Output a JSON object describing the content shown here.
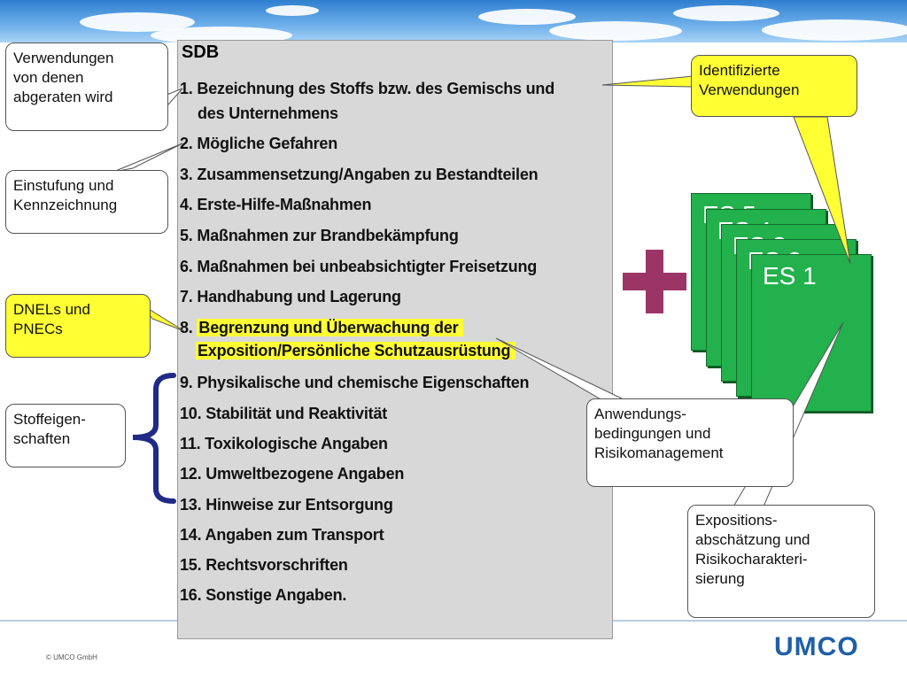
{
  "sdb": {
    "title": "SDB",
    "items": [
      {
        "line1": "1. Bezeichnung des Stoffs bzw. des Gemischs und",
        "line2": "des Unternehmens"
      },
      {
        "line1": "2. Mögliche Gefahren"
      },
      {
        "line1": "3. Zusammensetzung/Angaben zu Bestandteilen"
      },
      {
        "line1": "4. Erste-Hilfe-Maßnahmen"
      },
      {
        "line1": "5. Maßnahmen zur Brandbekämpfung"
      },
      {
        "line1": "6. Maßnahmen bei unbeabsichtigter Freisetzung"
      },
      {
        "line1": "7. Handhabung und Lagerung"
      },
      {
        "prefix": "8. ",
        "line1": "Begrenzung und Überwachung der",
        "line2": "Exposition/Persönliche Schutzausrüstung"
      },
      {
        "line1": "9. Physikalische und chemische Eigenschaften"
      },
      {
        "line1": "10. Stabilität und Reaktivität"
      },
      {
        "line1": "11. Toxikologische Angaben"
      },
      {
        "line1": "12. Umweltbezogene Angaben"
      },
      {
        "line1": "13. Hinweise zur Entsorgung"
      },
      {
        "line1": "14. Angaben zum Transport"
      },
      {
        "line1": "15. Rechtsvorschriften"
      },
      {
        "line1": "16. Sonstige Angaben."
      }
    ]
  },
  "callouts": {
    "verwendungen_abgeraten": [
      "Verwendungen",
      "von denen",
      "abgeraten wird"
    ],
    "einstufung": [
      "Einstufung und",
      "Kennzeichnung"
    ],
    "dnels": [
      "DNELs und",
      "PNECs"
    ],
    "stoffeigenschaften": [
      "Stoffeigen-",
      "schaften"
    ],
    "identifizierte": [
      "Identifizierte",
      "Verwendungen"
    ],
    "anwendungs": [
      "Anwendungs-",
      "bedingungen und",
      "Risikomanagement"
    ],
    "expositions": [
      "Expositions-",
      "abschätzung und",
      "Risikocharakteri-",
      "sierung"
    ]
  },
  "docs": {
    "front_label": "ES 1",
    "back_labels": [
      "ES 5",
      "ES 4",
      "ES 3",
      "ES 2"
    ]
  },
  "colors": {
    "highlight": "#ffff33",
    "doc_green": "#22b14c",
    "plus": "#9b3566",
    "bracket": "#1f2b86",
    "logo": "#1f5fa8"
  },
  "footer": {
    "logo": "UMCO",
    "copyright": "© UMCO GmbH"
  }
}
